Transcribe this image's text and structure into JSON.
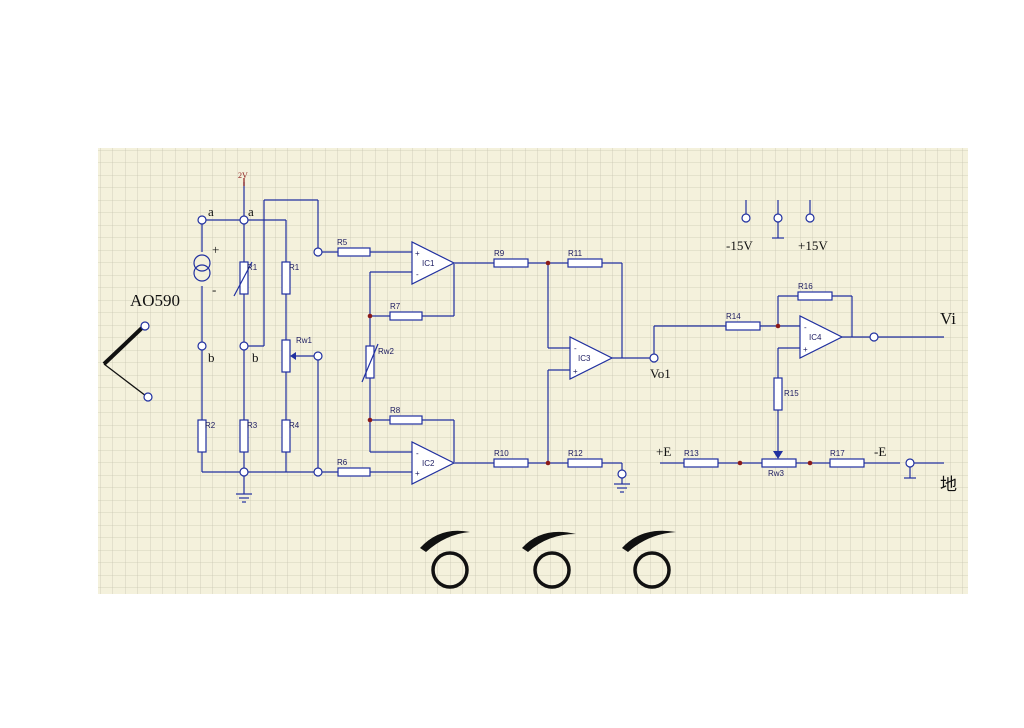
{
  "labels": {
    "supply_2v": "2V",
    "node_a1": "a",
    "node_a2": "a",
    "node_b1": "b",
    "node_b2": "b",
    "plus": "+",
    "minus": "-",
    "sensor": "AO590",
    "vo1": "Vo1",
    "vi": "Vi",
    "ground_text": "地",
    "neg15": "-15V",
    "pos15": "+15V",
    "plus_e": "+E",
    "minus_e": "-E"
  },
  "resistors": {
    "r1a": "R1",
    "r1b": "R1",
    "r2": "R2",
    "r3": "R3",
    "r4": "R4",
    "r5": "R5",
    "r6": "R6",
    "r7": "R7",
    "r8": "R8",
    "r9": "R9",
    "r10": "R10",
    "r11": "R11",
    "r12": "R12",
    "r13": "R13",
    "r14": "R14",
    "r15": "R15",
    "r16": "R16",
    "r17": "R17",
    "rw1": "Rw1",
    "rw2": "Rw2",
    "rw3": "Rw3"
  },
  "opamps": {
    "ic1": "IC1",
    "ic2": "IC2",
    "ic3": "IC3",
    "ic4": "IC4",
    "plus": "+",
    "minus": "-"
  },
  "colors": {
    "paper": "#f4f1dc",
    "grid": "#c9c7b4",
    "wire": "#2030a0",
    "junction": "#8b1a1a"
  }
}
